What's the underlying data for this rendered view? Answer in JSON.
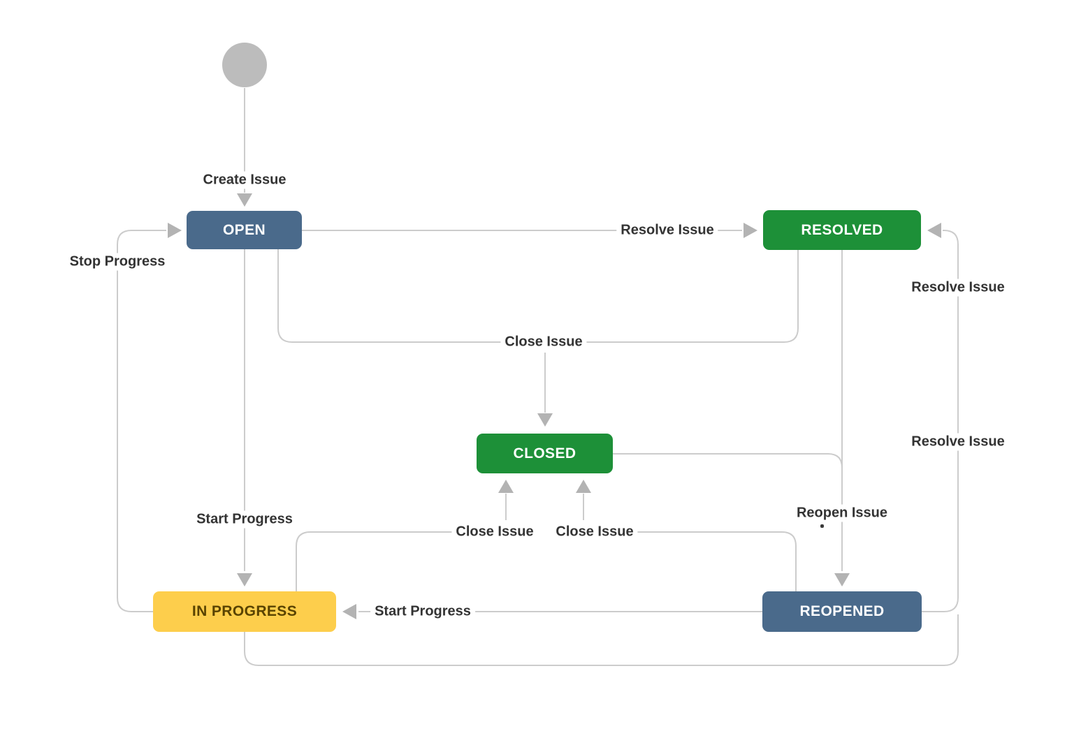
{
  "diagram": {
    "type": "workflow-state-diagram",
    "nodes": {
      "start": {
        "shape": "circle",
        "color": "#bcbcbc"
      },
      "open": {
        "label": "OPEN",
        "color": "#4a6a8b",
        "text_color": "#ffffff"
      },
      "resolved": {
        "label": "RESOLVED",
        "color": "#1d9038",
        "text_color": "#ffffff"
      },
      "closed": {
        "label": "CLOSED",
        "color": "#1d9038",
        "text_color": "#ffffff"
      },
      "in_progress": {
        "label": "IN PROGRESS",
        "color": "#fdce4c",
        "text_color": "#594300"
      },
      "reopened": {
        "label": "REOPENED",
        "color": "#4a6a8b",
        "text_color": "#ffffff"
      }
    },
    "transitions": {
      "create_issue": "Create Issue",
      "resolve_issue_from_open": "Resolve Issue",
      "stop_progress": "Stop Progress",
      "close_issue_top": "Close Issue",
      "start_progress_from_open": "Start Progress",
      "close_issue_from_in_progress": "Close Issue",
      "close_issue_from_reopened": "Close Issue",
      "reopen_issue": "Reopen Issue",
      "start_progress_from_reopened": "Start Progress",
      "resolve_issue_right_upper": "Resolve Issue",
      "resolve_issue_right_lower": "Resolve Issue"
    },
    "colors": {
      "edge_line": "#cccccc",
      "arrowhead": "#b3b3b3",
      "label_text": "#333333",
      "background": "#ffffff"
    }
  }
}
